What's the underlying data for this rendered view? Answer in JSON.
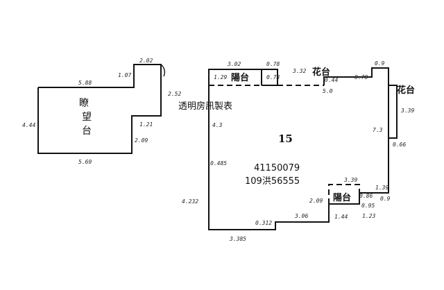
{
  "watermark": "透明房訊製表",
  "unit_number": "15",
  "record": {
    "code": "41150079",
    "permit": "109洪56555"
  },
  "labels": {
    "balcony_top": "陽台",
    "balcony_bottom": "陽台",
    "planter_top": "花台",
    "planter_right": "花台",
    "left_block_top": "瞭",
    "left_block_mid": "望",
    "left_block_bot": "台"
  },
  "dimensions": {
    "d_202": "2.02",
    "d_107": "1.07",
    "d_588": "5.88",
    "d_252": "2.52",
    "d_444": "4.44",
    "d_121": "1.21",
    "d_209": "2.09",
    "d_569": "5.69",
    "d_302": "3.02",
    "d_078a": "0.78",
    "d_332": "3.32",
    "d_09a": "0.9",
    "d_129": "1.29",
    "d_078b": "0.78",
    "d_044": "0.44",
    "d_50": "5.0",
    "d_078c": "0.78",
    "d_43": "4.3",
    "d_339": "3.39",
    "d_73": "7.3",
    "d_066": "0.66",
    "d_0485": "0.485",
    "d_4232": "4.232",
    "d_339b": "3.39",
    "d_209b": "2.09",
    "d_086": "0.86",
    "d_139": "1.39",
    "d_09b": "0.9",
    "d_095": "0.95",
    "d_123": "1.23",
    "d_306": "3.06",
    "d_0312": "0.312",
    "d_144": "1.44",
    "d_3385": "3.385"
  }
}
